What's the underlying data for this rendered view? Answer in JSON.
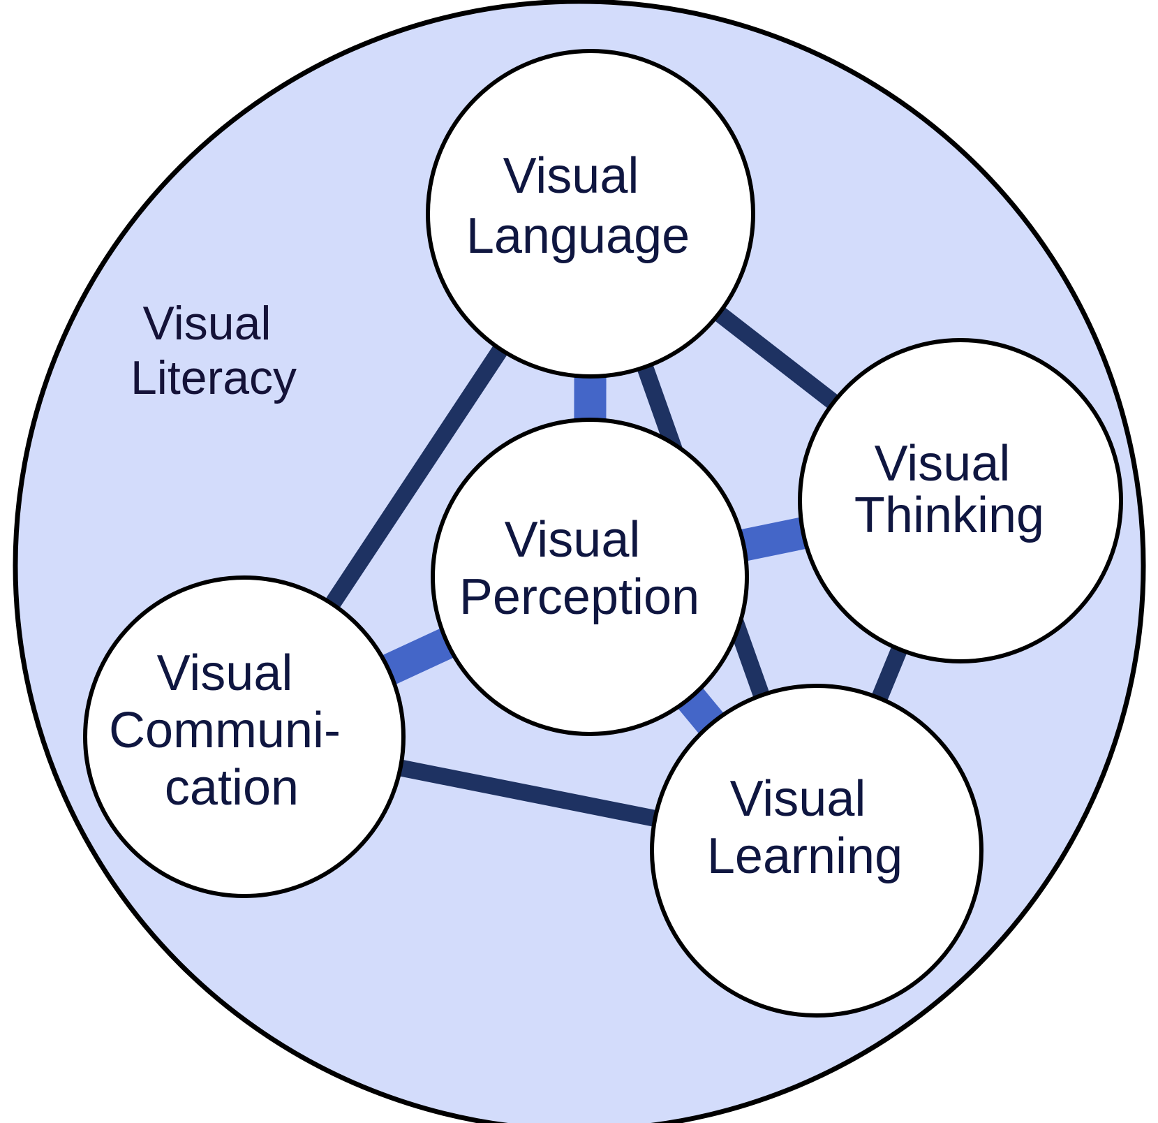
{
  "colors": {
    "outer_fill": "#d3dcfb",
    "outline": "#000000",
    "node_fill": "#ffffff",
    "dark_link": "#1e3262",
    "light_link": "#4466c8"
  },
  "outer": {
    "label_lines": [
      "Visual",
      "Literacy"
    ]
  },
  "nodes": {
    "language": {
      "lines": [
        "Visual",
        "Language"
      ]
    },
    "thinking": {
      "lines": [
        "Visual",
        "Thinking"
      ]
    },
    "perception": {
      "lines": [
        "Visual",
        "Perception"
      ]
    },
    "communication": {
      "lines": [
        "Visual",
        "Communi-",
        "cation"
      ]
    },
    "learning": {
      "lines": [
        "Visual",
        "Learning"
      ]
    }
  },
  "links": [
    {
      "from": "language",
      "to": "thinking",
      "style": "dark"
    },
    {
      "from": "language",
      "to": "communication",
      "style": "dark"
    },
    {
      "from": "language",
      "to": "learning",
      "style": "dark"
    },
    {
      "from": "language",
      "to": "perception",
      "style": "light"
    },
    {
      "from": "thinking",
      "to": "perception",
      "style": "light"
    },
    {
      "from": "communication",
      "to": "perception",
      "style": "light"
    },
    {
      "from": "learning",
      "to": "perception",
      "style": "light"
    },
    {
      "from": "communication",
      "to": "learning",
      "style": "dark"
    },
    {
      "from": "thinking",
      "to": "learning",
      "style": "dark"
    }
  ]
}
